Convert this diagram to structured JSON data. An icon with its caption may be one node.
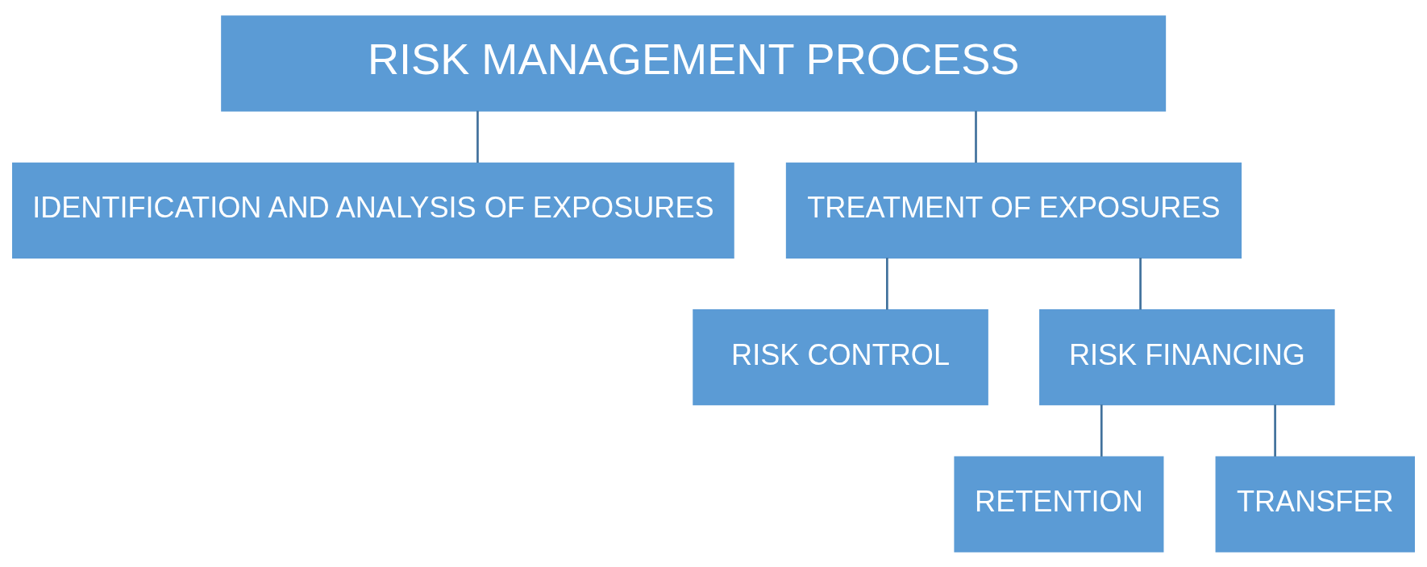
{
  "diagram": {
    "nodes": [
      {
        "text": [
          "RISK MANAGEMENT PROCESS"
        ]
      },
      {
        "text": [
          "IDENTIFICATION AND ANALYSIS OF EXPOSURES"
        ]
      },
      {
        "text": [
          "TREATMENT OF EXPOSURES"
        ]
      },
      {
        "text": [
          "RISK CONTROL"
        ]
      },
      {
        "text": [
          "RISK FINANCING"
        ]
      },
      {
        "text": [
          "RETENTION"
        ]
      },
      {
        "text": [
          "TRANSFER"
        ]
      }
    ],
    "edges": [
      {
        "from": 0,
        "to": 1,
        "arrow": "none"
      },
      {
        "from": 0,
        "to": 2,
        "arrow": "none"
      },
      {
        "from": 2,
        "to": 3,
        "arrow": "none"
      },
      {
        "from": 2,
        "to": 4,
        "arrow": "none"
      },
      {
        "from": 4,
        "to": 5,
        "arrow": "none"
      },
      {
        "from": 4,
        "to": 6,
        "arrow": "none"
      }
    ]
  }
}
